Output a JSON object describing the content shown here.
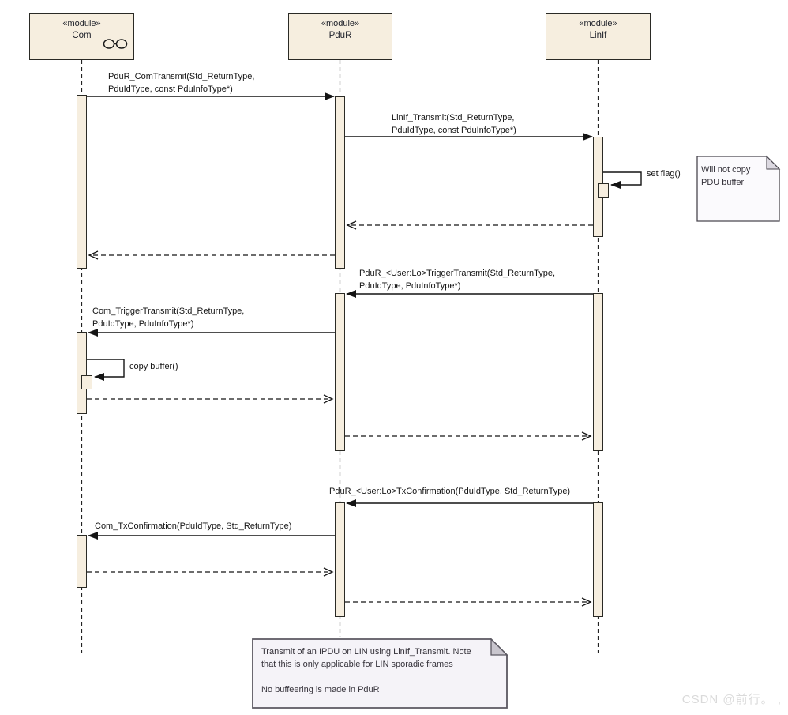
{
  "modules": [
    {
      "stereotype": "«module»",
      "name": "Com"
    },
    {
      "stereotype": "«module»",
      "name": "PduR"
    },
    {
      "stereotype": "«module»",
      "name": "LinIf"
    }
  ],
  "messages": {
    "pdur_com_transmit": "PduR_ComTransmit(Std_ReturnType,\nPduIdType, const PduInfoType*)",
    "linif_transmit": "LinIf_Transmit(Std_ReturnType,\nPduIdType, const PduInfoType*)",
    "set_flag": "set flag()",
    "pdur_trigger_transmit": "PduR_<User:Lo>TriggerTransmit(Std_ReturnType,\nPduIdType, PduInfoType*)",
    "com_trigger_transmit": "Com_TriggerTransmit(Std_ReturnType,\nPduIdType, PduInfoType*)",
    "copy_buffer": "copy buffer()",
    "pdur_tx_confirmation": "PduR_<User:Lo>TxConfirmation(PduIdType, Std_ReturnType)",
    "com_tx_confirmation": "Com_TxConfirmation(PduIdType, Std_ReturnType)"
  },
  "notes": {
    "will_not_copy": "Will not copy\nPDU buffer",
    "transmit_note": "Transmit of an IPDU on LIN using LinIf_Transmit. Note\nthat this is only applicable for LIN sporadic frames\n\nNo buffeering is made in PduR"
  },
  "watermark": "CSDN @前行。 ,",
  "colors": {
    "element_fill": "#F6EEDF",
    "element_border": "#2a2a25",
    "note_fill": "#FBFAFD",
    "note2_fill": "#F5F3F8",
    "line": "#141414"
  }
}
